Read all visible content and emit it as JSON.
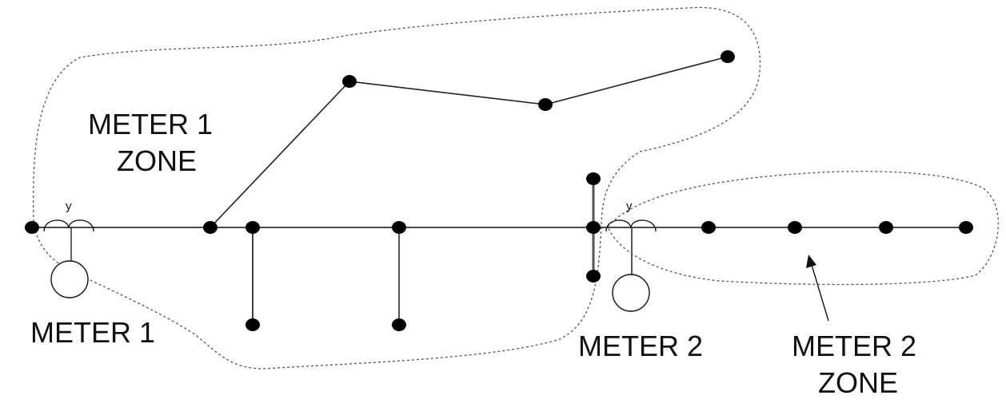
{
  "labels": {
    "meter1_zone_line1": "METER 1",
    "meter1_zone_line2": "ZONE",
    "meter1": "METER 1",
    "meter2": "METER 2",
    "meter2_zone_line1": "METER 2",
    "meter2_zone_line2": "ZONE",
    "ct1_symbol": "y",
    "ct2_symbol": "y"
  },
  "colors": {
    "line": "#111111",
    "node": "#000000",
    "zone_boundary": "#555555",
    "background": "#ffffff"
  }
}
